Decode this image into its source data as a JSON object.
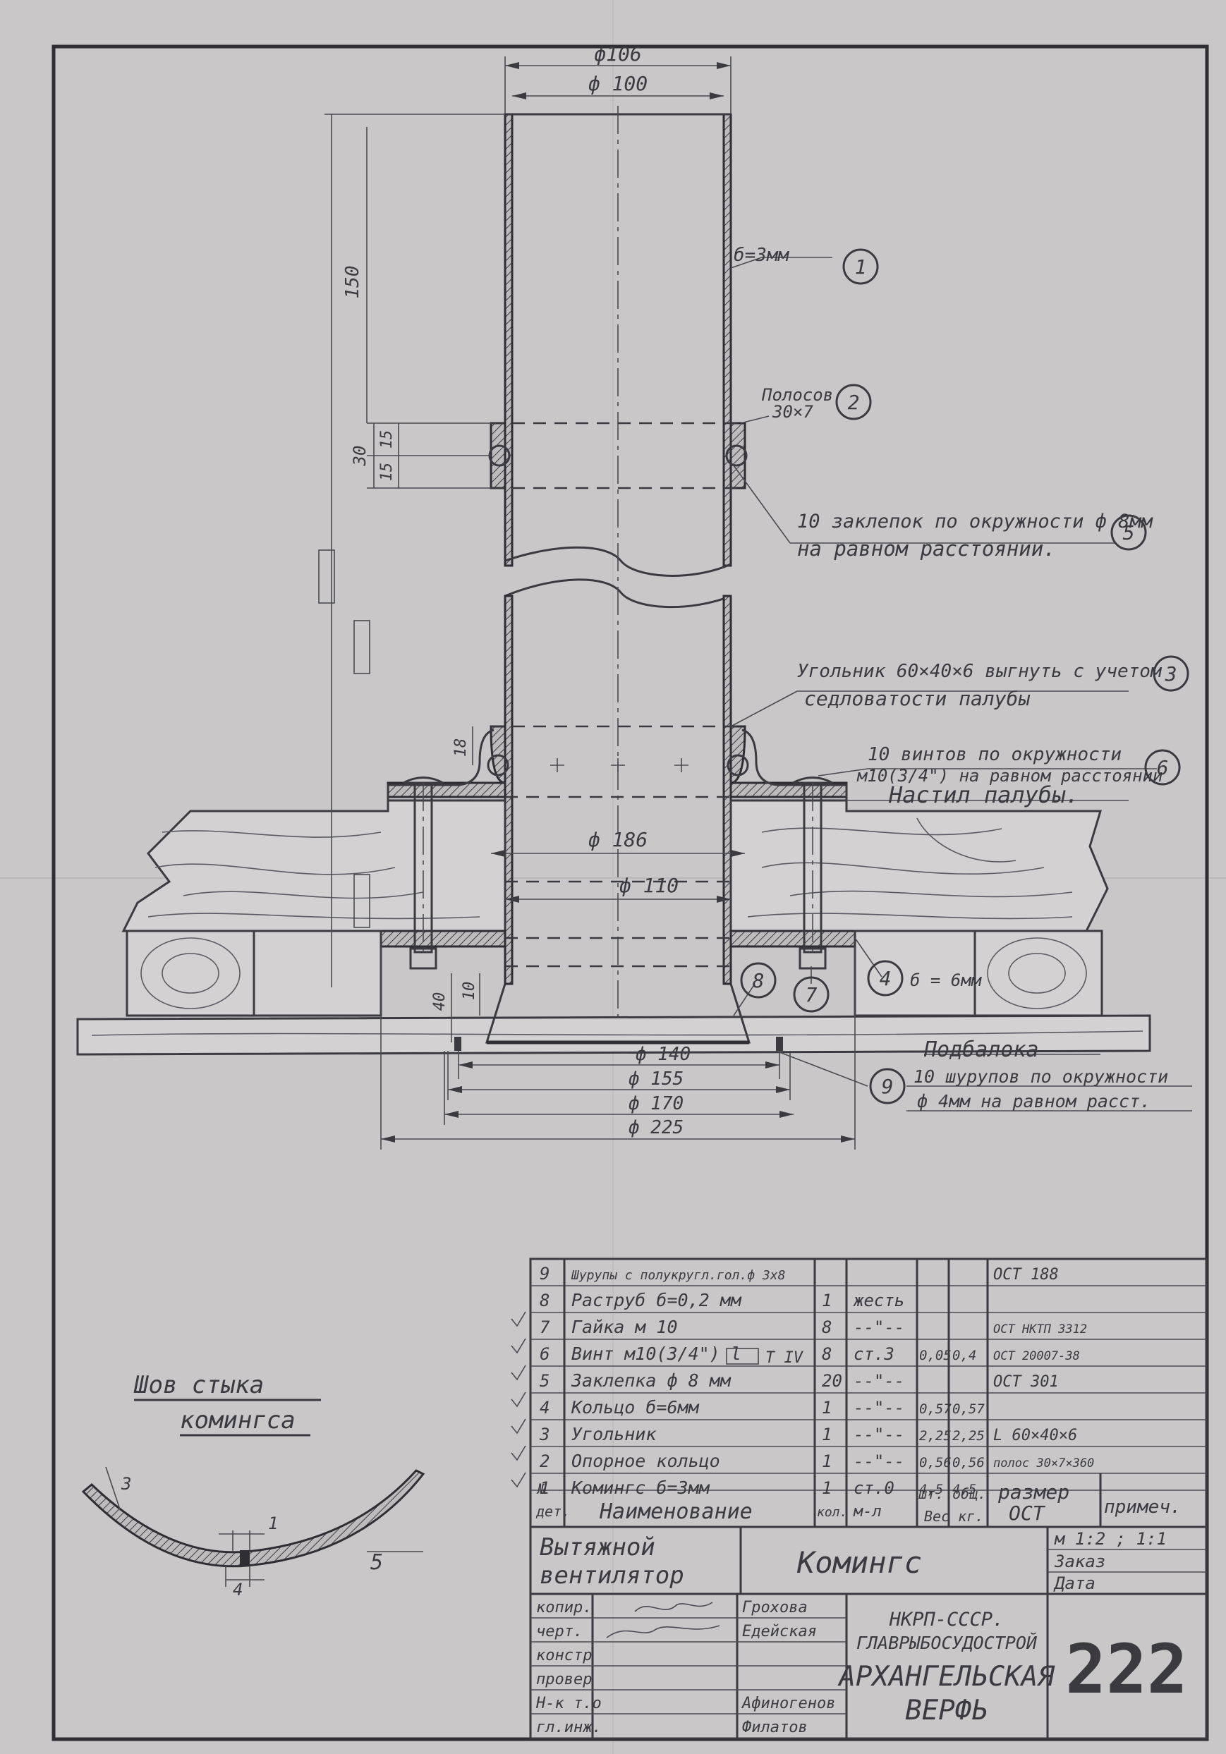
{
  "dims": {
    "d106": "ф106",
    "d100": "ф 100",
    "d186": "ф 186",
    "d110": "ф 110",
    "d140": "ф 140",
    "d155": "ф 155",
    "d170": "ф 170",
    "d225": "ф 225",
    "h150": "150",
    "h30": "30",
    "h15a": "15",
    "h15b": "15",
    "h18": "18",
    "h40": "40",
    "h10": "10"
  },
  "callouts": {
    "c1_text": "б=3мм",
    "c1_num": "1",
    "c2_text1": "Полосов",
    "c2_text2": "30×7",
    "c2_num": "2",
    "c5_line1": "10 заклепок по окружности ф 8мм",
    "c5_line2": "на равном расстоянии.",
    "c5_num": "5",
    "c3_line1": "Угольник 60×40×6 выгнуть с учетом",
    "c3_line2": "седловатости палубы",
    "c3_num": "3",
    "c6_line1": "10 винтов по окружности",
    "c6_line2": "м10(3/4\") на равном расстоянии",
    "c6_num": "6",
    "deck_label": "Настил палубы.",
    "c4_text": "б = 6мм",
    "c4_num": "4",
    "c7_num": "7",
    "c8_num": "8",
    "beam_label": "Подбалока",
    "c9_line1": "10 шурупов по окружности",
    "c9_line2": "ф 4мм на равном расст.",
    "c9_num": "9"
  },
  "seam": {
    "title1": "Шов стыка",
    "title2": "комингса",
    "d3": "3",
    "d1": "1",
    "d4": "4",
    "d5": "5"
  },
  "bom": {
    "rows": [
      {
        "pos": "9",
        "name": "Шурупы с полукругл.гол.ф 3х8",
        "qty": "",
        "mat": "",
        "w1": "",
        "w2": "",
        "std": "ОСТ 188"
      },
      {
        "pos": "8",
        "name": "Раструб б=0,2 мм",
        "qty": "1",
        "mat": "жесть",
        "w1": "",
        "w2": "",
        "std": ""
      },
      {
        "pos": "7",
        "name": "Гайка м 10",
        "qty": "8",
        "mat": "--\"--",
        "w1": "",
        "w2": "",
        "std": "ОСТ НКТП 3312"
      },
      {
        "pos": "6",
        "name": "Винт м10(3/4\") l",
        "qty": "8",
        "mat": "ст.3",
        "w1": "0,05",
        "w2": "0,4",
        "std": "ОСТ 20007-38"
      },
      {
        "pos": "5",
        "name": "Заклепка ф 8 мм",
        "qty": "20",
        "mat": "--\"--",
        "w1": "",
        "w2": "",
        "std": "ОСТ 301"
      },
      {
        "pos": "4",
        "name": "Кольцо б=6мм",
        "qty": "1",
        "mat": "--\"--",
        "w1": "0,57",
        "w2": "0,57",
        "std": ""
      },
      {
        "pos": "3",
        "name": "Угольник",
        "qty": "1",
        "mat": "--\"--",
        "w1": "2,25",
        "w2": "2,25",
        "std": "L 60×40×6"
      },
      {
        "pos": "2",
        "name": "Опорное кольцо",
        "qty": "1",
        "mat": "--\"--",
        "w1": "0,56",
        "w2": "0,56",
        "std": "полос 30×7×360"
      },
      {
        "pos": "1",
        "name": "Комингс б=3мм",
        "qty": "1",
        "mat": "ст.0",
        "w1": "4,5",
        "w2": "4,5",
        "std": ""
      }
    ],
    "header": {
      "pos1": "№",
      "pos2": "дет.",
      "name": "Наименование",
      "qty": "кол.",
      "mat": "м-л",
      "w1a": "шт.",
      "w2a": "общ.",
      "wb": "Вес кг.",
      "size1": "размер",
      "size2": "ОСТ",
      "note": "примеч."
    },
    "thread_mark": "T IV"
  },
  "title_block": {
    "product1": "Вытяжной",
    "product2": "вентилятор",
    "part": "Комингс",
    "scale": "м 1:2 ; 1:1",
    "order": "Заказ",
    "date": "Дата",
    "org1": "НКРП-СССР.",
    "org2": "ГЛАВРЫБОСУДОСТРОЙ",
    "org3": "АРХАНГЕЛЬСКАЯ",
    "org4": "ВЕРФЬ",
    "sheet_no": "222",
    "roles": [
      "копир.",
      "черт.",
      "констр",
      "провер",
      "Н-к т.о",
      "гл.инж."
    ],
    "names": [
      "Грохова",
      "Едейская",
      "",
      "",
      "Афиногенов",
      "Филатов"
    ]
  }
}
